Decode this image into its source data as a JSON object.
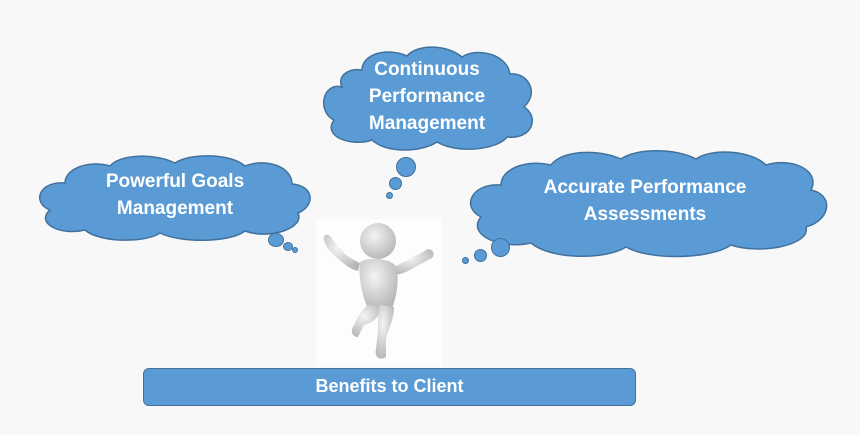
{
  "diagram": {
    "clouds": [
      {
        "id": "continuous",
        "lines": [
          "Continuous",
          "Performance",
          "Management"
        ]
      },
      {
        "id": "goals",
        "lines": [
          "Powerful Goals",
          "Management"
        ]
      },
      {
        "id": "assessments",
        "lines": [
          "Accurate Performance",
          "Assessments"
        ]
      }
    ],
    "banner": {
      "label": "Benefits to Client"
    },
    "figure": {
      "description": "jumping-3d-person"
    },
    "colors": {
      "cloud_fill": "#5b9bd5",
      "cloud_stroke": "#41719c",
      "text": "#ffffff",
      "background": "#f8f8f8"
    }
  }
}
